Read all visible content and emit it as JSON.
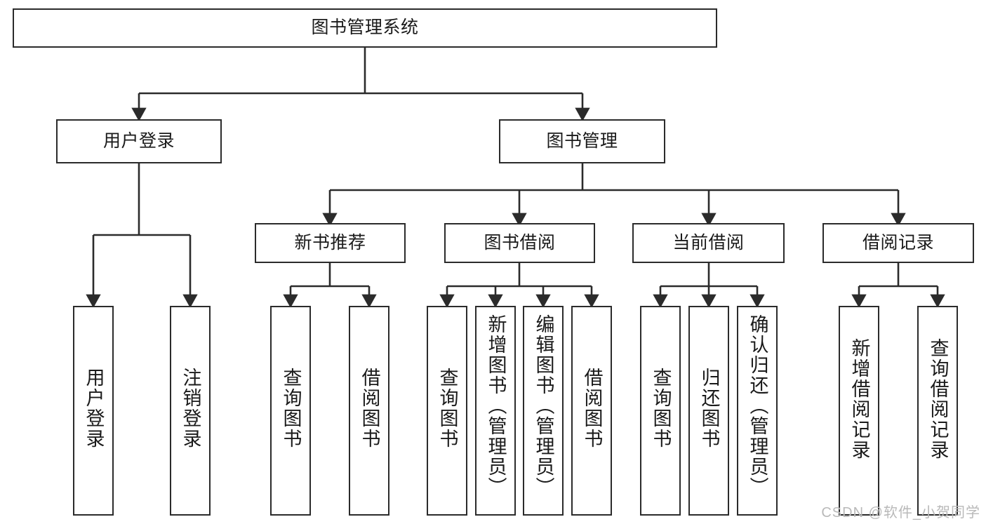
{
  "diagram": {
    "title": "图书管理系统",
    "type": "tree-hierarchy",
    "background_color": "#ffffff",
    "line_color": "#2b2b2b",
    "text_color": "#1a1a1a"
  },
  "watermark": {
    "text": "CSDN @软件_小贺同学",
    "color": "#b9b9b9"
  },
  "nodes": {
    "root": {
      "label": "图书管理系统"
    },
    "level2": [
      {
        "label": "用户登录"
      },
      {
        "label": "图书管理"
      }
    ],
    "level3": [
      {
        "label": "新书推荐"
      },
      {
        "label": "图书借阅"
      },
      {
        "label": "当前借阅"
      },
      {
        "label": "借阅记录"
      }
    ],
    "leaves": {
      "user_login": [
        {
          "label": "用户登录"
        },
        {
          "label": "注销登录"
        }
      ],
      "new_book_recommend": [
        {
          "label": "查询图书"
        },
        {
          "label": "借阅图书"
        }
      ],
      "book_borrow": [
        {
          "label": "查询图书"
        },
        {
          "label": "新增图书（管理员）"
        },
        {
          "label": "编辑图书（管理员）"
        },
        {
          "label": "借阅图书"
        }
      ],
      "current_borrow": [
        {
          "label": "查询图书"
        },
        {
          "label": "归还图书"
        },
        {
          "label": "确认归还（管理员）"
        }
      ],
      "borrow_record": [
        {
          "label": "新增借阅记录"
        },
        {
          "label": "查询借阅记录"
        }
      ]
    }
  }
}
